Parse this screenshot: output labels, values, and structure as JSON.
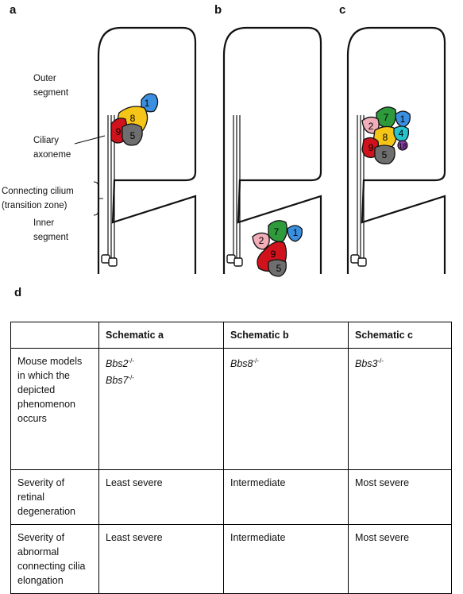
{
  "panels": {
    "a": "a",
    "b": "b",
    "c": "c",
    "d": "d"
  },
  "labels": {
    "outer_segment_1": "Outer",
    "outer_segment_2": "segment",
    "ciliary_axoneme_1": "Ciliary",
    "ciliary_axoneme_2": "axoneme",
    "connecting_cilium_1": "Connecting cilium",
    "connecting_cilium_2": "(transition zone)",
    "inner_segment_1": "Inner",
    "inner_segment_2": "segment"
  },
  "subunits": {
    "a": [
      {
        "id": "1",
        "color": "#3a8fe0"
      },
      {
        "id": "8",
        "color": "#f5c518"
      },
      {
        "id": "9",
        "color": "#d0121c"
      },
      {
        "id": "5",
        "color": "#6e6e6e"
      }
    ],
    "b": [
      {
        "id": "7",
        "color": "#2e9a3c"
      },
      {
        "id": "1",
        "color": "#3a8fe0"
      },
      {
        "id": "2",
        "color": "#f1aeb8"
      },
      {
        "id": "9",
        "color": "#d0121c"
      },
      {
        "id": "5",
        "color": "#6e6e6e"
      }
    ],
    "c": [
      {
        "id": "7",
        "color": "#2e9a3c"
      },
      {
        "id": "1",
        "color": "#3a8fe0"
      },
      {
        "id": "2",
        "color": "#f1aeb8"
      },
      {
        "id": "8",
        "color": "#f5c518"
      },
      {
        "id": "4",
        "color": "#27c4cf"
      },
      {
        "id": "9",
        "color": "#d0121c"
      },
      {
        "id": "5",
        "color": "#6e6e6e"
      },
      {
        "id": "18",
        "color": "#8a3fa6"
      }
    ]
  },
  "table": {
    "headers": [
      "",
      "Schematic a",
      "Schematic b",
      "Schematic c"
    ],
    "rows": [
      {
        "label": "Mouse models in which the depicted phenomenon occurs",
        "a": [
          {
            "gene": "Bbs2",
            "sup": "-/-"
          },
          {
            "gene": "Bbs7",
            "sup": "-/-"
          }
        ],
        "b": [
          {
            "gene": "Bbs8",
            "sup": "-/-"
          }
        ],
        "c": [
          {
            "gene": "Bbs3",
            "sup": "-/-"
          }
        ]
      },
      {
        "label": "Severity of retinal degeneration",
        "a": "Least severe",
        "b": "Intermediate",
        "c": "Most severe"
      },
      {
        "label": "Severity of abnormal connecting cilia elongation",
        "a": "Least severe",
        "b": "Intermediate",
        "c": "Most severe"
      }
    ]
  }
}
